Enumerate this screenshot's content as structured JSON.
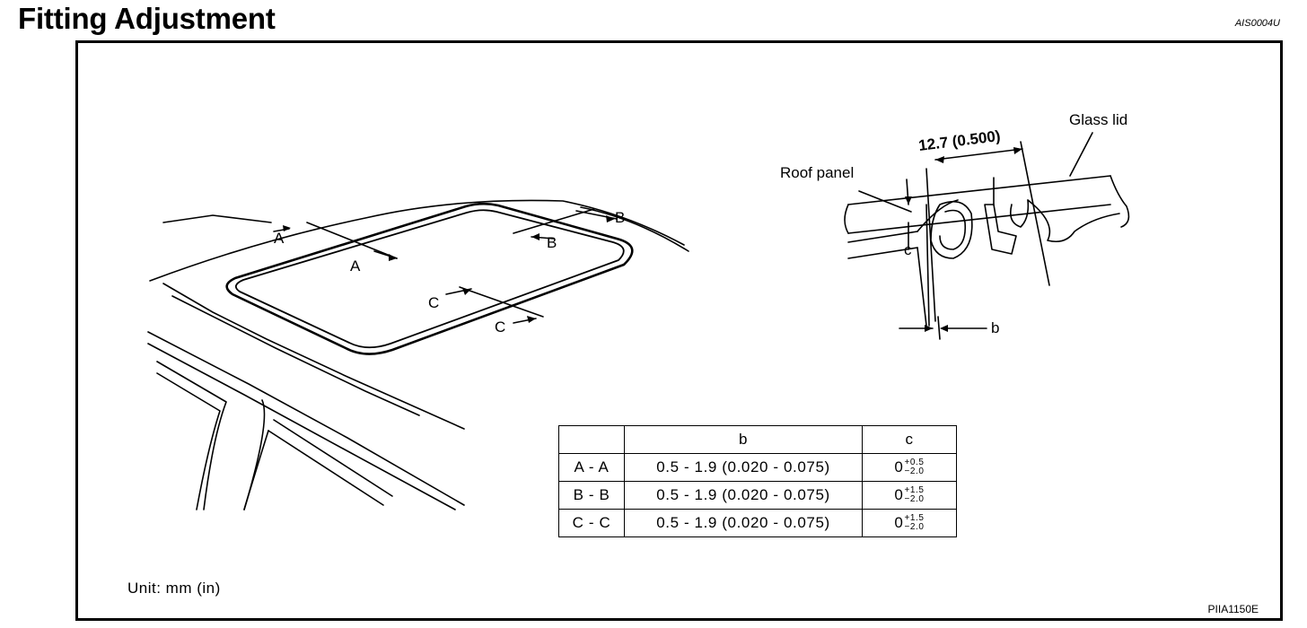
{
  "header": {
    "title": "Fitting Adjustment",
    "doc_code": "AIS0004U"
  },
  "figure": {
    "section_labels": {
      "a_upper": "A",
      "a_lower": "A",
      "b_upper": "B",
      "b_lower": "B",
      "c_upper": "C",
      "c_lower": "C"
    },
    "detail": {
      "dimension": "12.7 (0.500)",
      "roof_panel": "Roof panel",
      "glass_lid": "Glass lid",
      "c_label": "c",
      "b_label": "b"
    },
    "unit_note": "Unit: mm (in)",
    "figure_code": "PIIA1150E"
  },
  "table": {
    "headers": [
      "",
      "b",
      "c"
    ],
    "rows": [
      {
        "section": "A - A",
        "b": "0.5 - 1.9 (0.020 - 0.075)",
        "c_base": "0",
        "c_plus": "+0.5",
        "c_minus": "−2.0"
      },
      {
        "section": "B - B",
        "b": "0.5 - 1.9 (0.020 - 0.075)",
        "c_base": "0",
        "c_plus": "+1.5",
        "c_minus": "−2.0"
      },
      {
        "section": "C - C",
        "b": "0.5 - 1.9 (0.020 - 0.075)",
        "c_base": "0",
        "c_plus": "+1.5",
        "c_minus": "−2.0"
      }
    ]
  }
}
